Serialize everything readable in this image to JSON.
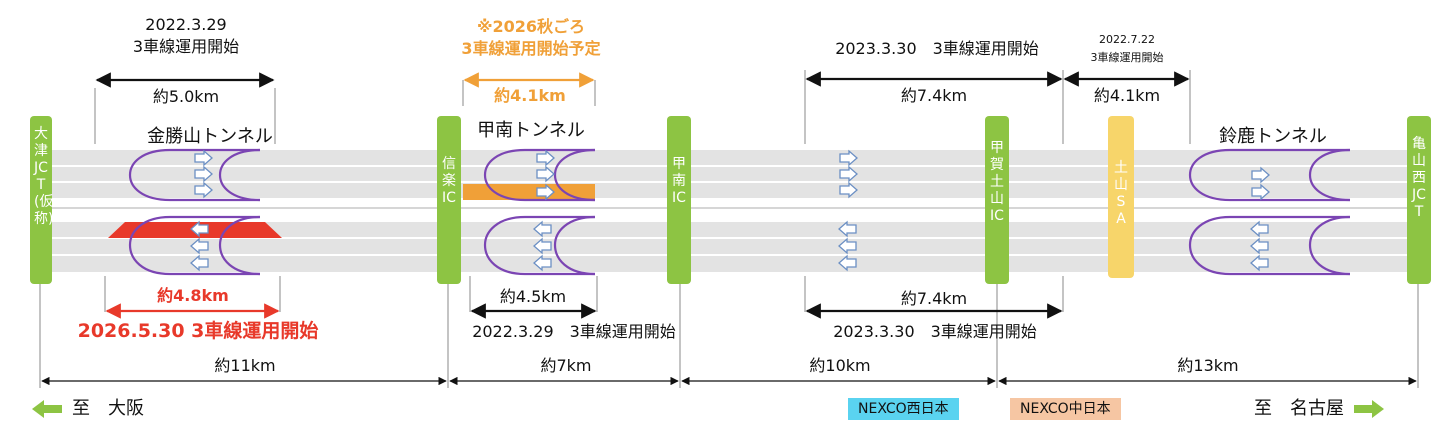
{
  "colors": {
    "road": "#e3e3e3",
    "tunnel": "#7b45b3",
    "post_green": "#8dc443",
    "post_yellow": "#f7d56a",
    "orange": "#f0a038",
    "red": "#e8392a",
    "nexco_west": "#5ad3f0",
    "nexco_central": "#f6c6a3"
  },
  "labels": {
    "t1_date": "2022.3.29",
    "t1_status": "3車線運用開始",
    "t1_dist": "約5.0km",
    "t1_name": "金勝山トンネル",
    "t1_down_dist": "約4.8km",
    "t1_down_status": "2026.5.30 3車線運用開始",
    "t2_note1": "※2026秋ごろ",
    "t2_note2": "3車線運用開始予定",
    "t2_dist": "約4.1km",
    "t2_name": "甲南トンネル",
    "t2_down_dist": "約4.5km",
    "t2_down_status": "2022.3.29　3車線運用開始",
    "s3_up_status": "2023.3.30　3車線運用開始",
    "s3_up_dist": "約7.4km",
    "s3_down_dist": "約7.4km",
    "s3_down_status": "2023.3.30　3車線運用開始",
    "s4_date": "2022.7.22",
    "s4_status": "3車線運用開始",
    "s4_dist": "約4.1km",
    "t3_name": "鈴鹿トンネル",
    "seg1": "約11km",
    "seg2": "約7km",
    "seg3": "約10km",
    "seg4": "約13km",
    "to_osaka": "至　大阪",
    "to_nagoya": "至　名古屋",
    "nexco_west": "NEXCO西日本",
    "nexco_central": "NEXCO中日本"
  },
  "posts": [
    {
      "id": "otsu",
      "text": "大津JCT(仮称)"
    },
    {
      "id": "shigaraki",
      "text": "信楽IC"
    },
    {
      "id": "konan",
      "text": "甲南IC"
    },
    {
      "id": "koka",
      "text": "甲賀土山IC"
    },
    {
      "id": "tsuchiyama",
      "text": "土山SA"
    },
    {
      "id": "kameyama",
      "text": "亀山西JCT"
    }
  ]
}
